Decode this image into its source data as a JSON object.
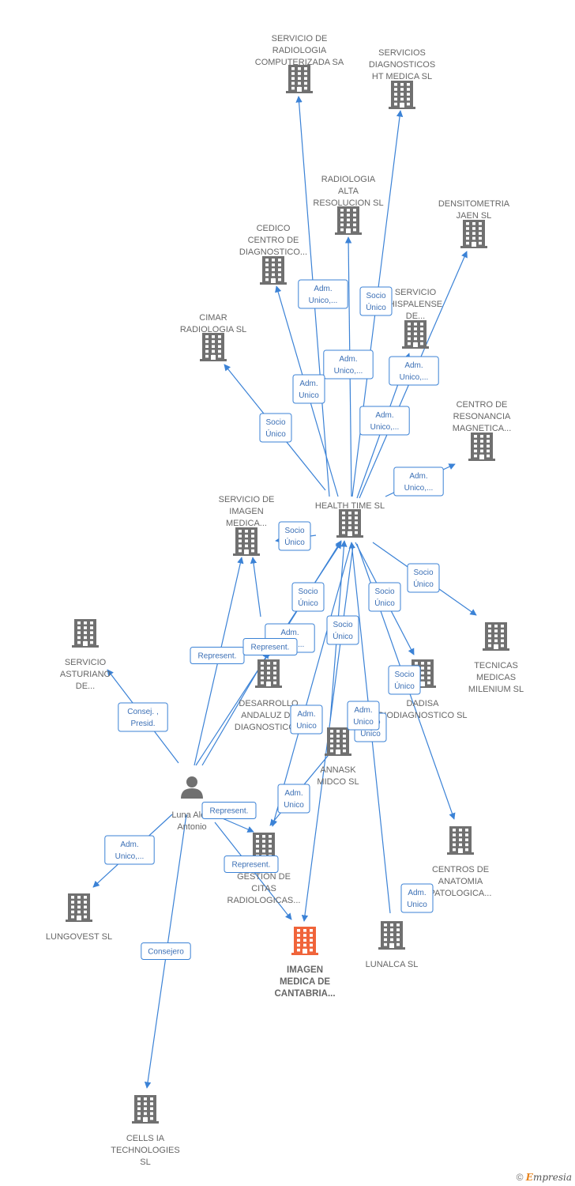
{
  "colors": {
    "edge": "#3b82d6",
    "company": "#707070",
    "highlight": "#f0643a",
    "person": "#707070"
  },
  "nodes": [
    {
      "id": "radiologia_comp",
      "type": "company",
      "label": [
        "SERVICIO DE",
        "RADIOLOGIA",
        "COMPUTERIZADA SA"
      ]
    },
    {
      "id": "ht_medica",
      "type": "company",
      "label": [
        "SERVICIOS",
        "DIAGNOSTICOS",
        "HT MEDICA  SL"
      ]
    },
    {
      "id": "alta_resolucion",
      "type": "company",
      "label": [
        "RADIOLOGIA",
        "ALTA",
        "RESOLUCION SL"
      ]
    },
    {
      "id": "densitometria",
      "type": "company",
      "label": [
        "DENSITOMETRIA",
        "JAEN SL"
      ]
    },
    {
      "id": "cedico",
      "type": "company",
      "label": [
        "CEDICO",
        "CENTRO DE",
        "DIAGNOSTICO..."
      ]
    },
    {
      "id": "hispalense",
      "type": "company",
      "label": [
        "SERVICIO",
        "HISPALENSE",
        "DE..."
      ]
    },
    {
      "id": "cimar",
      "type": "company",
      "label": [
        "CIMAR",
        "RADIOLOGIA  SL"
      ]
    },
    {
      "id": "resonancia",
      "type": "company",
      "label": [
        "CENTRO DE",
        "RESONANCIA",
        "MAGNETICA..."
      ]
    },
    {
      "id": "health_time",
      "type": "company",
      "label": [
        "HEALTH TIME SL"
      ]
    },
    {
      "id": "imagen_servicio",
      "type": "company",
      "label": [
        "SERVICIO DE",
        "IMAGEN",
        "MEDICA..."
      ]
    },
    {
      "id": "tecnicas",
      "type": "company",
      "label": [
        "TECNICAS",
        "MEDICAS",
        "MILENIUM SL"
      ]
    },
    {
      "id": "asturiano",
      "type": "company",
      "label": [
        "SERVICIO",
        "ASTURIANO",
        "DE..."
      ]
    },
    {
      "id": "andaluz",
      "type": "company",
      "label": [
        "DESARROLLO",
        "ANDALUZ DE",
        "DIAGNOSTICO..."
      ]
    },
    {
      "id": "dadisa",
      "type": "company",
      "label": [
        "DADISA",
        "DIODIAGNOSTICO SL"
      ]
    },
    {
      "id": "annask",
      "type": "company",
      "label": [
        "ANNASK",
        "MIDCO  SL"
      ]
    },
    {
      "id": "luna",
      "type": "person",
      "label": [
        "Luna Alc...",
        "Antonio"
      ]
    },
    {
      "id": "gestion",
      "type": "company",
      "label": [
        "GESTION DE",
        "CITAS",
        "RADIOLOGICAS..."
      ]
    },
    {
      "id": "anatomia",
      "type": "company",
      "label": [
        "CENTROS DE",
        "ANATOMIA",
        "PATOLOGICA..."
      ]
    },
    {
      "id": "lungovest",
      "type": "company",
      "label": [
        "LUNGOVEST  SL"
      ]
    },
    {
      "id": "cantabria",
      "type": "company_highlight",
      "label": [
        "IMAGEN",
        "MEDICA DE",
        "CANTABRIA..."
      ]
    },
    {
      "id": "lunalca",
      "type": "company",
      "label": [
        "LUNALCA  SL"
      ]
    },
    {
      "id": "cells",
      "type": "company",
      "label": [
        "CELLS IA",
        "TECHNOLOGIES",
        "SL"
      ]
    }
  ],
  "edges": [
    {
      "from": "health_time",
      "to": "radiologia_comp",
      "label": [
        "Adm.",
        "Unico,..."
      ]
    },
    {
      "from": "health_time",
      "to": "ht_medica",
      "label": [
        "Socio",
        "Único"
      ]
    },
    {
      "from": "health_time",
      "to": "alta_resolucion",
      "label": [
        "Adm.",
        "Unico,..."
      ]
    },
    {
      "from": "health_time",
      "to": "densitometria",
      "label": [
        "Adm.",
        "Unico,..."
      ]
    },
    {
      "from": "health_time",
      "to": "cedico",
      "label": [
        "Adm.",
        "Unico"
      ]
    },
    {
      "from": "health_time",
      "to": "hispalense",
      "label": [
        "Adm.",
        "Unico,..."
      ]
    },
    {
      "from": "health_time",
      "to": "cimar",
      "label": [
        "Socio",
        "Único"
      ]
    },
    {
      "from": "health_time",
      "to": "resonancia",
      "label": [
        "Adm.",
        "Unico,..."
      ]
    },
    {
      "from": "health_time",
      "to": "imagen_servicio",
      "label": [
        "Socio",
        "Único"
      ]
    },
    {
      "from": "health_time",
      "to": "tecnicas",
      "label": [
        "Socio",
        "Único"
      ]
    },
    {
      "from": "health_time",
      "to": "dadisa",
      "label": [
        "Socio",
        "Único"
      ]
    },
    {
      "from": "health_time",
      "to": "anatomia",
      "label": [
        "Socio",
        "Único"
      ]
    },
    {
      "from": "andaluz",
      "to": "health_time",
      "label": [
        "Socio",
        "Único"
      ]
    },
    {
      "from": "annask",
      "to": "health_time",
      "label": [
        "Socio",
        "Único"
      ]
    },
    {
      "from": "lunalca",
      "to": "health_time",
      "label": [
        "Adm.",
        "Unico"
      ]
    },
    {
      "from": "health_time",
      "to": "gestion",
      "label": [
        "Adm.",
        "Unico"
      ]
    },
    {
      "from": "health_time",
      "to": "cantabria",
      "label": [
        "Socio",
        "Único"
      ]
    },
    {
      "from": "luna",
      "to": "health_time",
      "label": [
        "Adm.",
        "Unico,..."
      ]
    },
    {
      "from": "luna",
      "to": "imagen_servicio",
      "label": [
        "Represent."
      ]
    },
    {
      "from": "luna",
      "to": "andaluz",
      "label": [
        "Represent."
      ]
    },
    {
      "from": "luna",
      "to": "asturiano",
      "label": [
        "Consej. ,",
        "Presid."
      ]
    },
    {
      "from": "luna",
      "to": "gestion",
      "label": [
        "Represent."
      ]
    },
    {
      "from": "luna",
      "to": "cantabria",
      "label": [
        "Represent."
      ]
    },
    {
      "from": "luna",
      "to": "lungovest",
      "label": [
        "Adm.",
        "Unico,..."
      ]
    },
    {
      "from": "luna",
      "to": "cells",
      "label": [
        "Consejero"
      ]
    },
    {
      "from": "annask",
      "to": "gestion",
      "label": [
        "Adm.",
        "Unico"
      ]
    },
    {
      "from": "andaluz",
      "to": "imagen_servicio",
      "label": [
        "Adm.",
        "Unico"
      ]
    }
  ],
  "watermark": {
    "copyright": "©",
    "brand_initial": "E",
    "brand_rest": "mpresia"
  }
}
